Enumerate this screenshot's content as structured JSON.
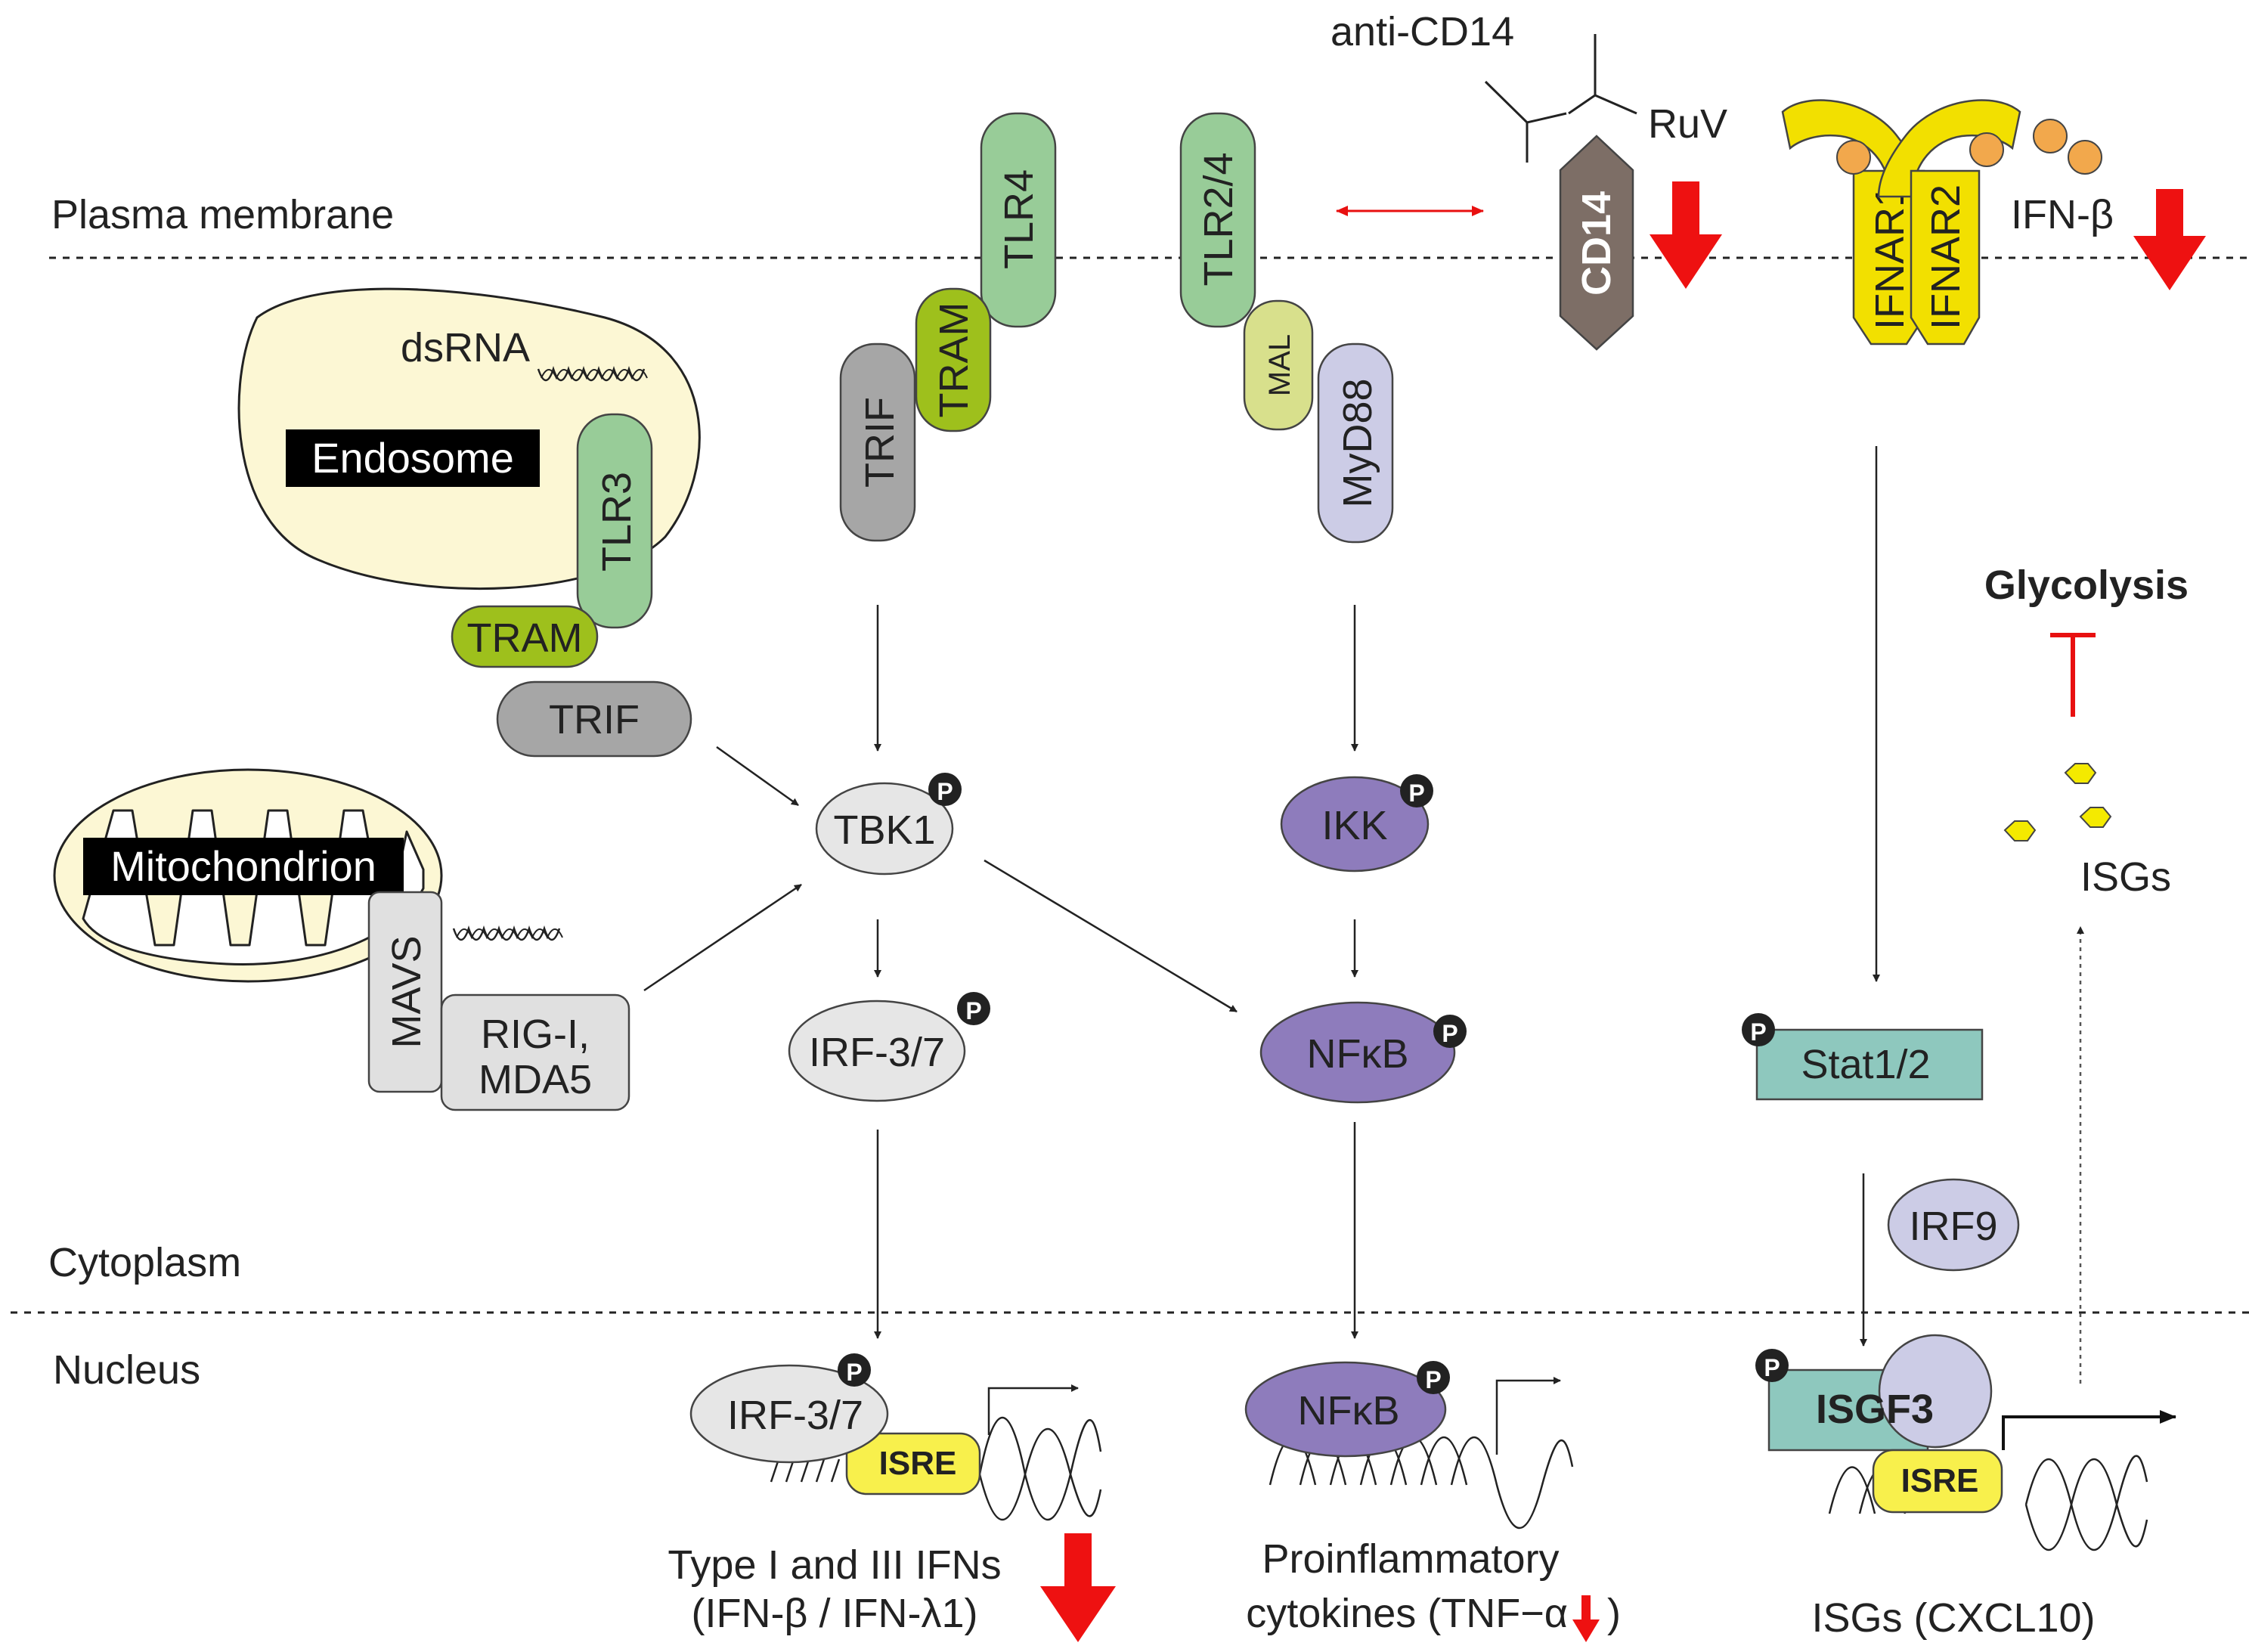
{
  "compartments": {
    "plasma_membrane": "Plasma membrane",
    "cytoplasm": "Cytoplasm",
    "nucleus": "Nucleus",
    "endosome": "Endosome",
    "mitochondrion": "Mitochondrion"
  },
  "ligands": {
    "dsrna_endosome": "dsRNA",
    "anti_cd14": "anti-CD14",
    "ruv": "RuV",
    "ifn_beta": "IFN-β",
    "glycolysis": "Glycolysis",
    "isgs_small": "ISGs"
  },
  "molecules": {
    "tlr4": "TLR4",
    "tram_membrane": "TRAM",
    "trif_membrane": "TRIF",
    "tlr24": "TLR2/4",
    "mal": "MAL",
    "myd88": "MyD88",
    "cd14": "CD14",
    "ifnar1": "IFNAR1",
    "ifnar2": "IFNAR2",
    "tlr3": "TLR3",
    "tram_endo": "TRAM",
    "trif_endo": "TRIF",
    "mavs": "MAVS",
    "rig_line1": "RIG-I,",
    "rig_line2": "MDA5",
    "tbk1": "TBK1",
    "ikk": "IKK",
    "irf37": "IRF-3/7",
    "nfkb": "NFκB",
    "stat12": "Stat1/2",
    "irf9": "IRF9",
    "irf37_nuc": "IRF-3/7",
    "isre_left": "ISRE",
    "nfkb_nuc": "NFκB",
    "isgf3": "ISGF3",
    "isre_right": "ISRE",
    "phospho": "P"
  },
  "outputs": {
    "ifn_line1": "Type I and III IFNs",
    "ifn_line2": "(IFN-β / IFN-λ1)",
    "cyto_line1": "Proinflammatory",
    "cyto_line2_a": "cytokines (TNF−α",
    "cyto_line2_b": ")",
    "isgs": "ISGs (CXCL10)"
  },
  "colors": {
    "tlr_green": "#98cc98",
    "tram_olive": "#9ec01c",
    "trif_gray": "#a6a6a6",
    "mal_pale": "#d8e08c",
    "myd88_lavender": "#cccce6",
    "cd14_brown": "#7d6e66",
    "ifnar_yellow": "#f2e000",
    "ligand_orange": "#f2a84c",
    "light_gray": "#e6e6e6",
    "purple": "#8e7cbc",
    "teal": "#8ec8be",
    "isre_yellow": "#f8f04c",
    "organelle_fill": "#fcf7d4",
    "isg_hex": "#f4ea00",
    "down_red": "#ee1111"
  }
}
